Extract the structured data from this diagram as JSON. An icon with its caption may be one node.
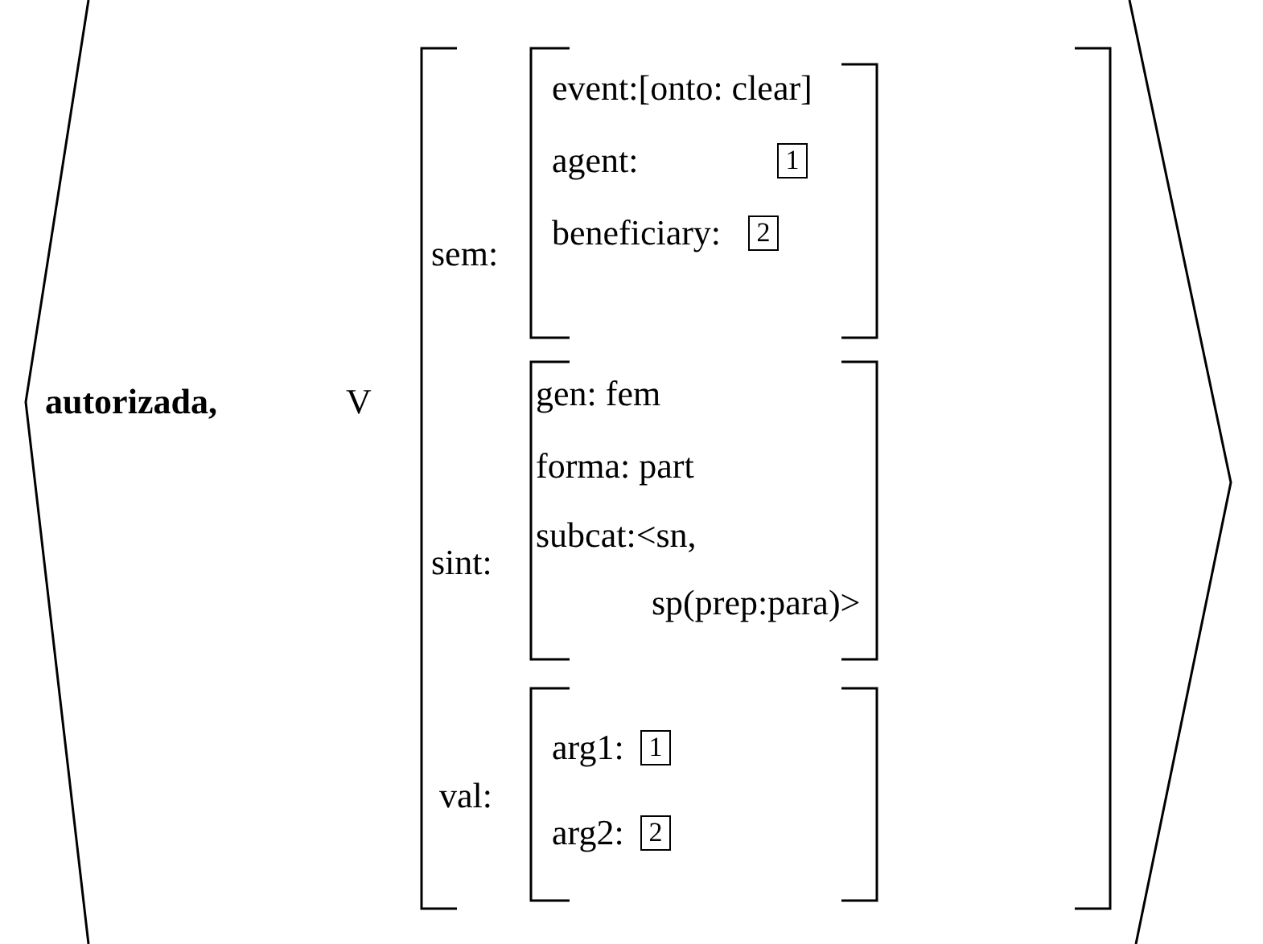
{
  "diagram": {
    "nodes": [
      {
        "text": [
          "1"
        ]
      },
      {
        "text": [
          "2"
        ]
      },
      {
        "text": [
          "1"
        ]
      },
      {
        "text": [
          "2"
        ]
      }
    ],
    "labels": [
      "autorizada,",
      "V",
      "sem:",
      "event:[onto: clear]",
      "agent:",
      "beneficiary:",
      "sint:",
      "gen: fem",
      "forma: part",
      "subcat:<sn,",
      "sp(prep:para)>",
      "val:",
      "arg1:",
      "arg2:"
    ]
  }
}
